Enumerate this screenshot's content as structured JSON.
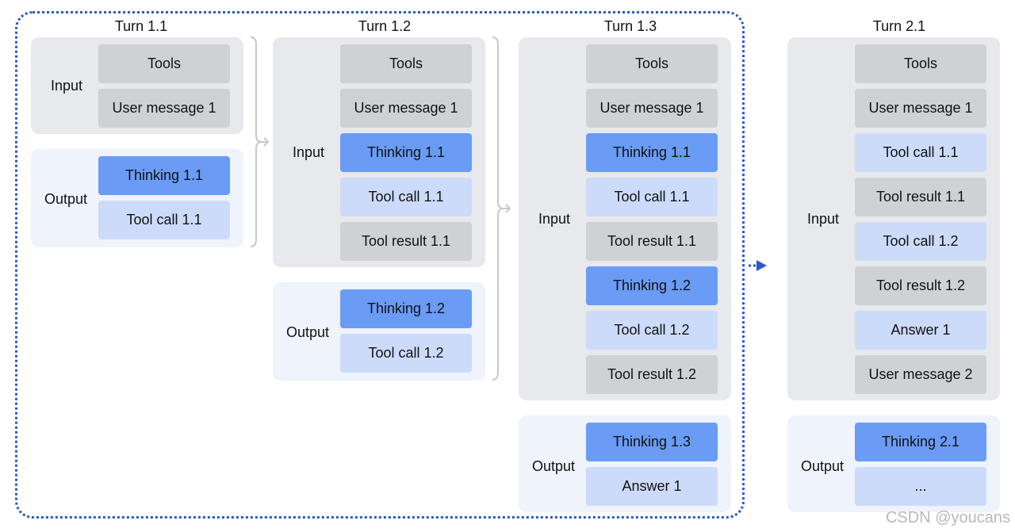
{
  "turns": [
    {
      "title": "Turn 1.1",
      "input_label": "Input",
      "input": [
        {
          "text": "Tools",
          "style": "gray"
        },
        {
          "text": "User message 1",
          "style": "gray"
        }
      ],
      "output_label": "Output",
      "output": [
        {
          "text": "Thinking 1.1",
          "style": "blue"
        },
        {
          "text": "Tool call 1.1",
          "style": "light"
        }
      ]
    },
    {
      "title": "Turn 1.2",
      "input_label": "Input",
      "input": [
        {
          "text": "Tools",
          "style": "gray"
        },
        {
          "text": "User message 1",
          "style": "gray"
        },
        {
          "text": "Thinking 1.1",
          "style": "blue"
        },
        {
          "text": "Tool call 1.1",
          "style": "light"
        },
        {
          "text": "Tool result 1.1",
          "style": "gray"
        }
      ],
      "output_label": "Output",
      "output": [
        {
          "text": "Thinking 1.2",
          "style": "blue"
        },
        {
          "text": "Tool call 1.2",
          "style": "light"
        }
      ]
    },
    {
      "title": "Turn 1.3",
      "input_label": "Input",
      "input": [
        {
          "text": "Tools",
          "style": "gray"
        },
        {
          "text": "User message 1",
          "style": "gray"
        },
        {
          "text": "Thinking 1.1",
          "style": "blue"
        },
        {
          "text": "Tool call 1.1",
          "style": "light"
        },
        {
          "text": "Tool result 1.1",
          "style": "gray"
        },
        {
          "text": "Thinking 1.2",
          "style": "blue"
        },
        {
          "text": "Tool call 1.2",
          "style": "light"
        },
        {
          "text": "Tool result 1.2",
          "style": "gray"
        }
      ],
      "output_label": "Output",
      "output": [
        {
          "text": "Thinking 1.3",
          "style": "blue"
        },
        {
          "text": "Answer 1",
          "style": "light"
        }
      ]
    },
    {
      "title": "Turn 2.1",
      "input_label": "Input",
      "input": [
        {
          "text": "Tools",
          "style": "gray"
        },
        {
          "text": "User message 1",
          "style": "gray"
        },
        {
          "text": "Tool call 1.1",
          "style": "light"
        },
        {
          "text": "Tool result 1.1",
          "style": "gray"
        },
        {
          "text": "Tool call 1.2",
          "style": "light"
        },
        {
          "text": "Tool result 1.2",
          "style": "gray"
        },
        {
          "text": "Answer 1",
          "style": "light"
        },
        {
          "text": "User message 2",
          "style": "gray"
        }
      ],
      "output_label": "Output",
      "output": [
        {
          "text": "Thinking 2.1",
          "style": "blue"
        },
        {
          "text": "...",
          "style": "light"
        }
      ]
    }
  ],
  "watermark": "CSDN @youcans",
  "colors": {
    "gray_block": "#cfd2d5",
    "light_block": "#cddbfa",
    "blue_block": "#6a9cf6",
    "input_panel": "#e7e9ec",
    "output_panel": "#eef3fc",
    "dashed_border": "#2f57c9"
  }
}
